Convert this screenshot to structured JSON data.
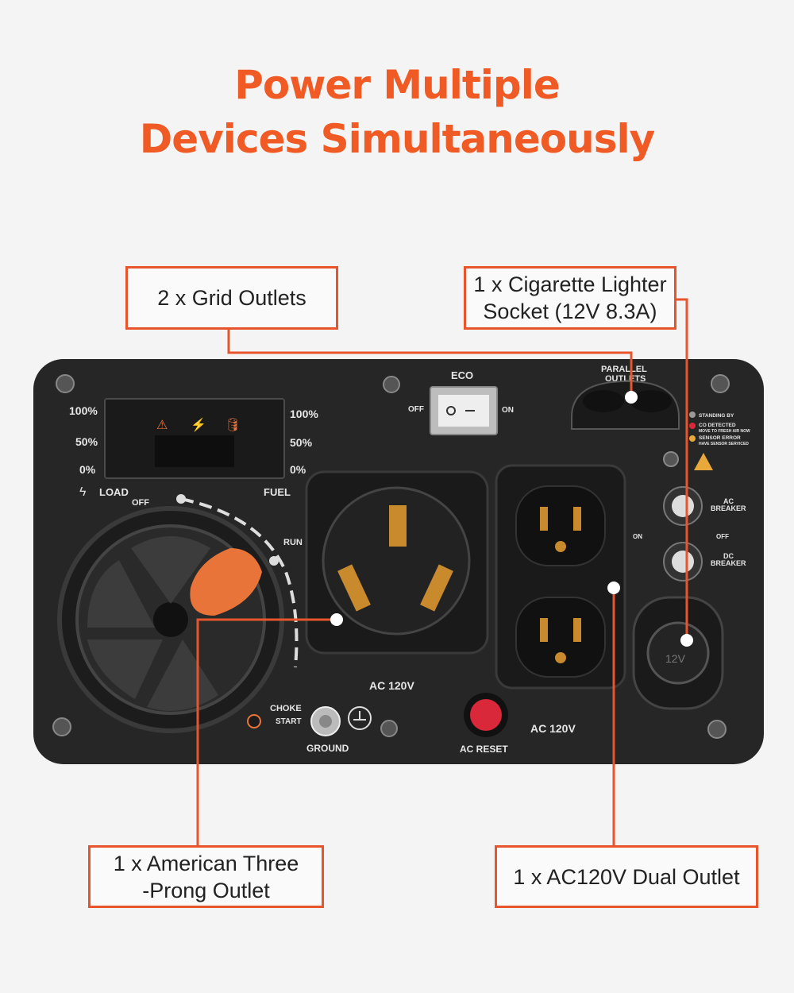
{
  "heading": {
    "line1": "Power Multiple",
    "line2": "Devices Simultaneously"
  },
  "callouts": {
    "grid_outlets": "2 x Grid Outlets",
    "cigarette_lighter": "1 x Cigarette Lighter\nSocket (12V 8.3A)",
    "three_prong": "1 x  American Three\n-Prong Outlet",
    "dual_outlet": "1 x AC120V Dual Outlet"
  },
  "panel": {
    "eco": "ECO",
    "eco_off": "OFF",
    "eco_on": "ON",
    "parallel_1": "PARALLEL",
    "parallel_2": "OUTLETS",
    "load_100": "100%",
    "load_50": "50%",
    "load_0": "0%",
    "fuel_100": "100%",
    "fuel_50": "50%",
    "fuel_0": "0%",
    "load": "LOAD",
    "fuel": "FUEL",
    "off": "OFF",
    "run": "RUN",
    "choke": "CHOKE",
    "start": "START",
    "ground": "GROUND",
    "ac120_left": "AC 120V",
    "ac120_right": "AC 120V",
    "ac_reset": "AC RESET",
    "standing_by": "STANDING BY",
    "co_detected": "CO DETECTED",
    "co_sub": "MOVE TO FRESH AIR NOW",
    "sensor_error": "SENSOR ERROR",
    "sensor_sub": "HAVE SENSOR SERVICED",
    "ac_breaker_1": "AC",
    "ac_breaker_2": "BREAKER",
    "breaker_on": "ON",
    "breaker_off": "OFF",
    "dc_breaker_1": "DC",
    "dc_breaker_2": "BREAKER",
    "socket_12v": "12V"
  },
  "colors": {
    "accent": "#f05a24",
    "callout_border": "#e8552c",
    "panel": "#262626",
    "recoil_handle": "#e8743a",
    "reset_button": "#d8283a"
  }
}
